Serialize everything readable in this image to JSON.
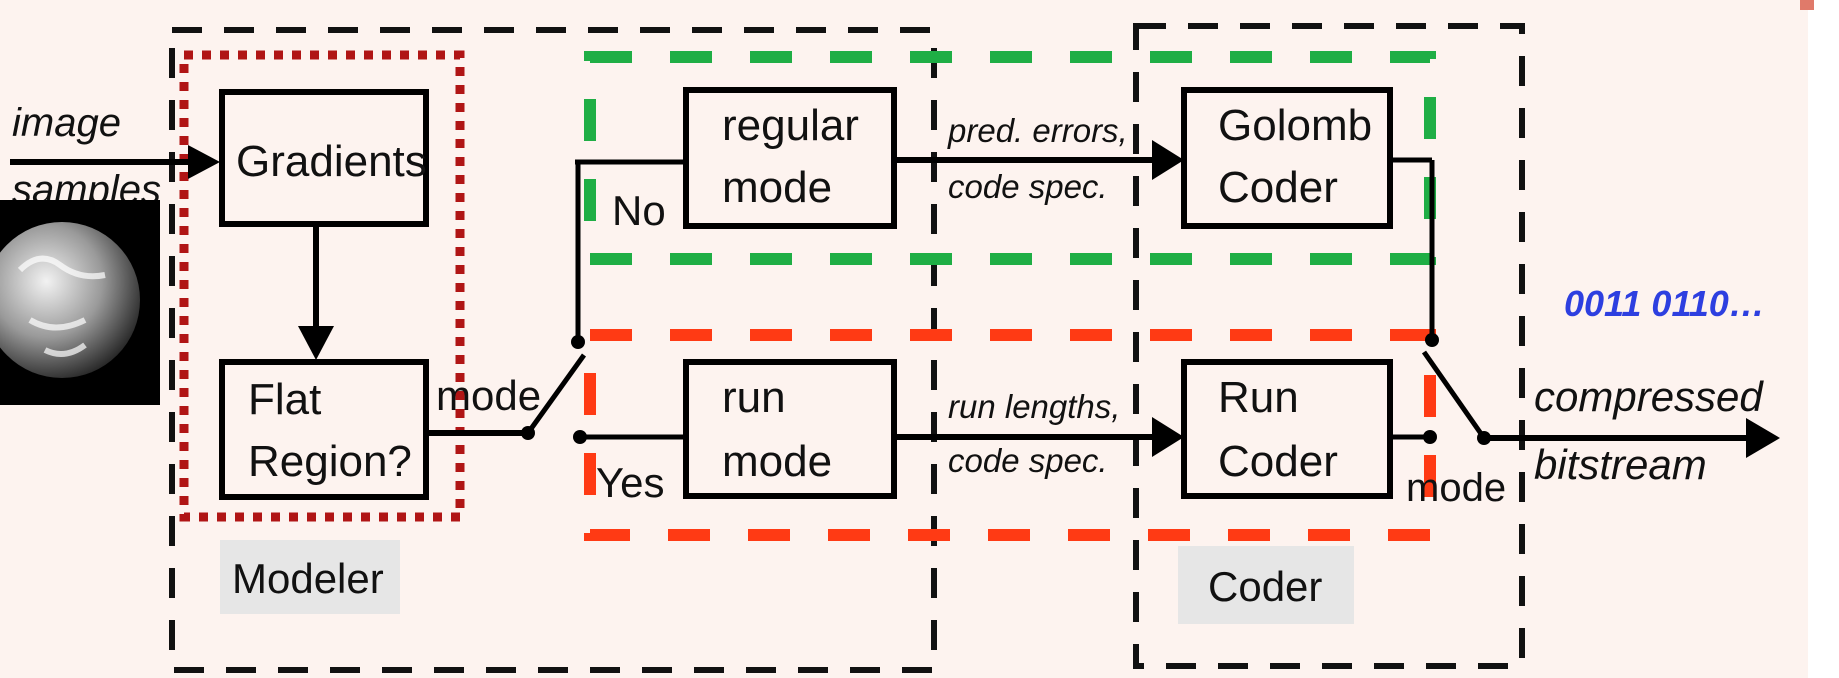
{
  "input": {
    "line1": "image",
    "line2": "samples"
  },
  "blocks": {
    "gradients": "Gradients",
    "flat_line1": "Flat",
    "flat_line2": "Region?",
    "regular_line1": "regular",
    "regular_line2": "mode",
    "run_line1": "run",
    "run_line2": "mode",
    "golomb_line1": "Golomb",
    "golomb_line2": "Coder",
    "runcoder_line1": "Run",
    "runcoder_line2": "Coder"
  },
  "labels": {
    "mode_left": "mode",
    "no": "No",
    "yes": "Yes",
    "pred_line1": "pred. errors,",
    "pred_line2": "code spec.",
    "runlen_line1": "run lengths,",
    "runlen_line2": "code spec.",
    "mode_right": "mode",
    "compressed_line1": "compressed",
    "compressed_line2": "bitstream",
    "bits": "0011 0110…"
  },
  "groups": {
    "modeler": "Modeler",
    "coder": "Coder"
  },
  "colors": {
    "modeler_outline": "#b01515",
    "regular_path": "#1fae45",
    "run_path": "#ff3a14",
    "group_outline": "#111111",
    "bits_text": "#2d3fe0"
  },
  "icons": {
    "earth": "earth-image"
  }
}
